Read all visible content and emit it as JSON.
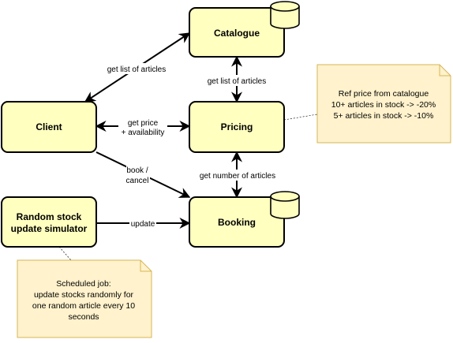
{
  "components": {
    "catalogue": "Catalogue",
    "client": "Client",
    "pricing": "Pricing",
    "booking": "Booking",
    "simulator": [
      "Random stock",
      "update simulator"
    ]
  },
  "edges": {
    "client_catalogue": "get list of articles",
    "pricing_catalogue": "get list of articles",
    "client_pricing": [
      "get price",
      "+ availability"
    ],
    "client_booking": [
      "book /",
      "cancel"
    ],
    "pricing_booking": "get number of articles",
    "simulator_booking": "update"
  },
  "notes": {
    "pricing_note": [
      "Ref price from catalogue",
      "10+ articles in stock -> -20%",
      "5+ articles in stock -> -10%"
    ],
    "simulator_note": [
      "Scheduled job:",
      "update stocks randomly for",
      "one random article every 10",
      "seconds"
    ]
  },
  "colors": {
    "box_fill": "#ffffc0",
    "note_fill": "#fff2cc",
    "note_stroke": "#d6b656",
    "stroke": "#000000"
  }
}
